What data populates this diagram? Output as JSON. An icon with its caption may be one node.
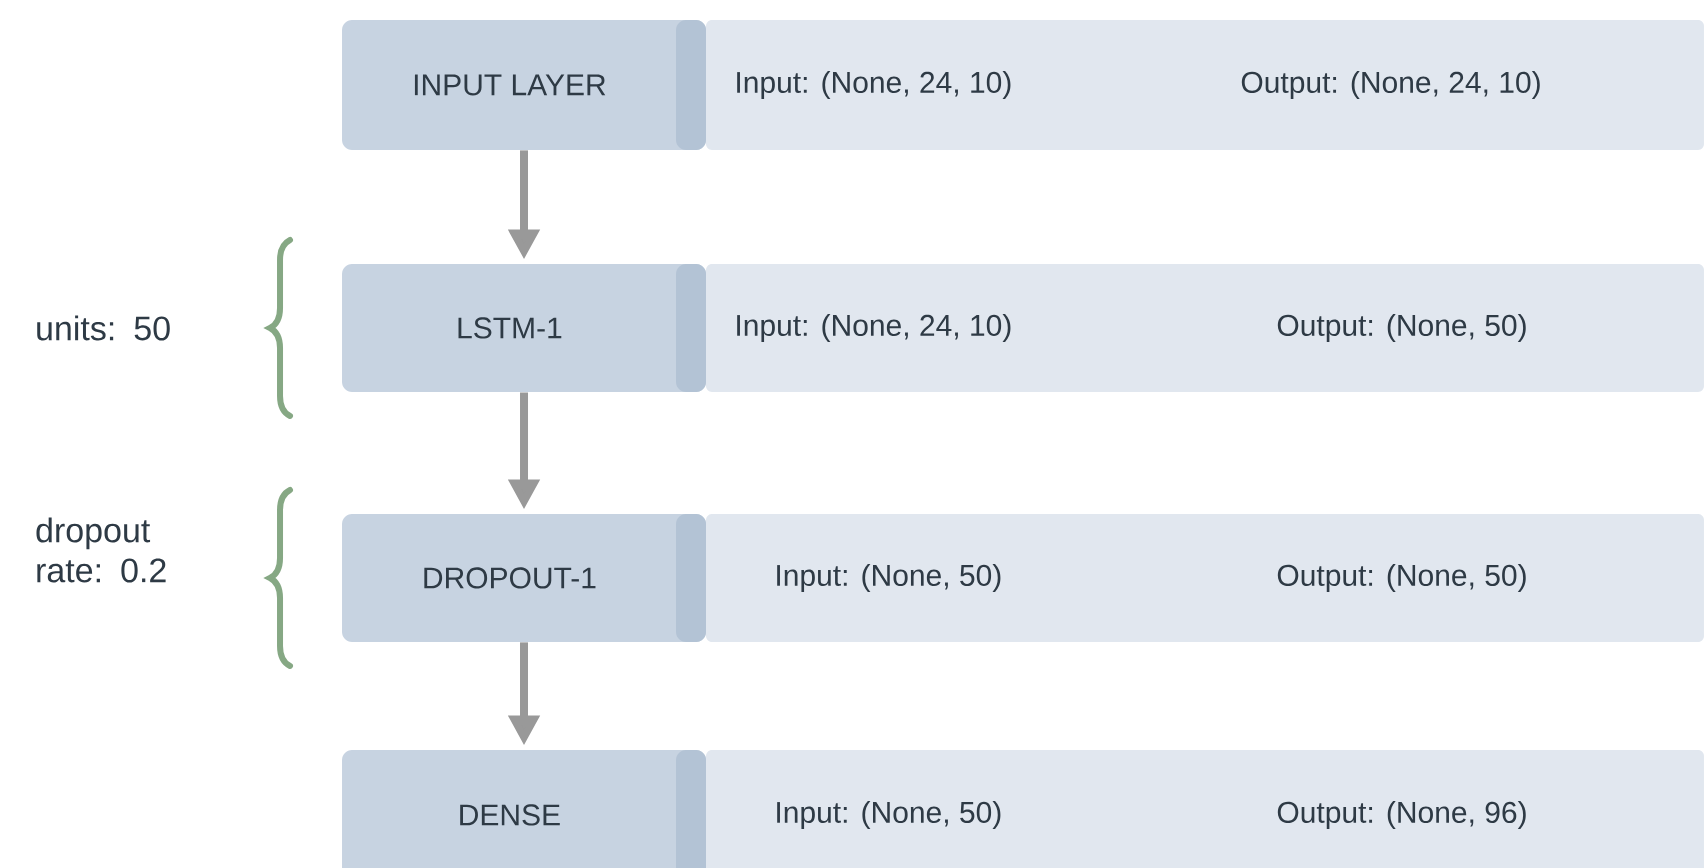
{
  "diagram": {
    "nodes": [
      {
        "text": [
          "INPUT LAYER"
        ]
      },
      {
        "text": [
          "Input: (None, 24, 10)",
          "Output: (None, 24, 10)"
        ]
      },
      {
        "text": [
          "LSTM-1"
        ]
      },
      {
        "text": [
          "Input: (None, 24, 10)",
          "Output: (None, 50)"
        ]
      },
      {
        "text": [
          "DROPOUT-1"
        ]
      },
      {
        "text": [
          "Input: (None, 50)",
          "Output: (None, 50)"
        ]
      },
      {
        "text": [
          "DENSE"
        ]
      },
      {
        "text": [
          "Input: (None, 50)",
          "Output: (None, 96)"
        ]
      }
    ],
    "edges": [
      {
        "from": 0,
        "to": 2,
        "arrow": "to"
      },
      {
        "from": 2,
        "to": 4,
        "arrow": "to"
      },
      {
        "from": 4,
        "to": 6,
        "arrow": "to"
      }
    ],
    "labels": [
      "units: 50",
      "dropout rate: 0.2"
    ]
  }
}
